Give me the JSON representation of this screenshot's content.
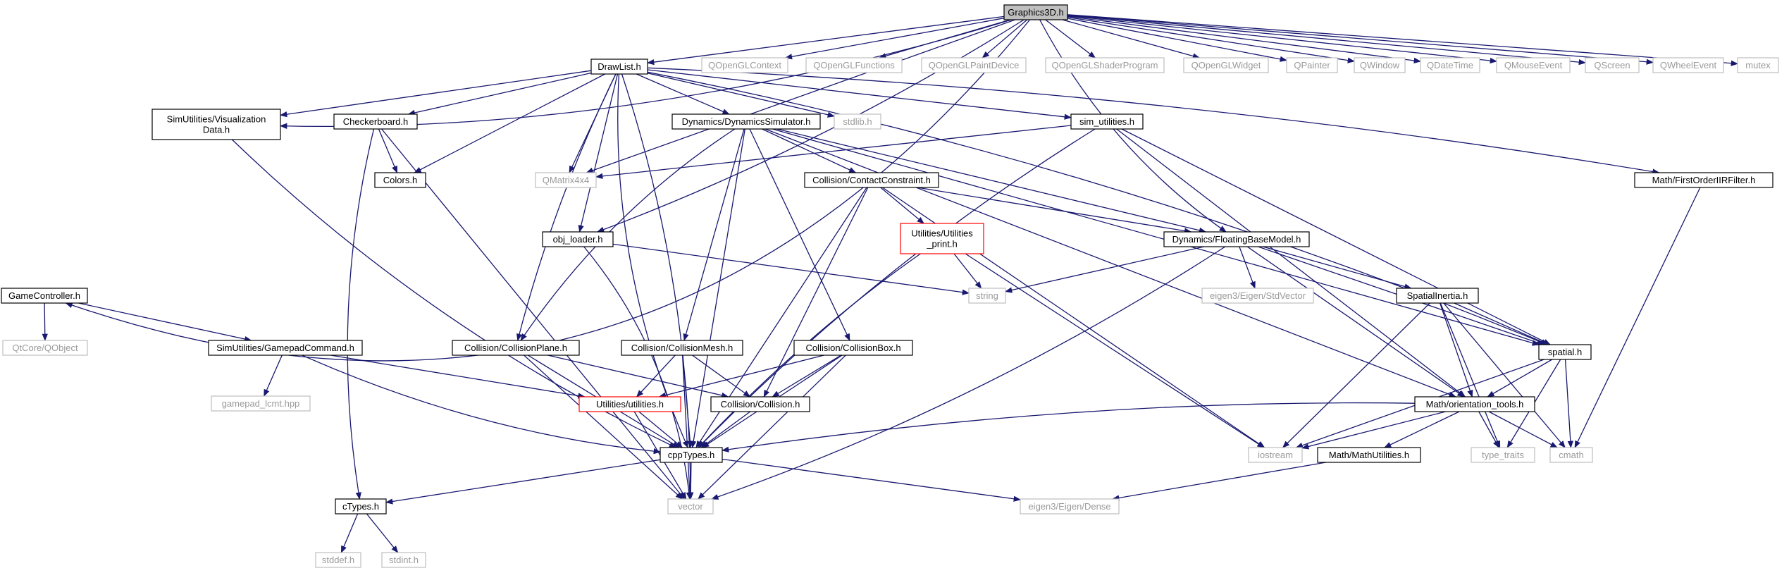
{
  "graph": {
    "root": "Graphics3D.h",
    "colors": {
      "edge": "#191970",
      "root_fill": "#bfbfbf",
      "node_border": "#000000",
      "external_border": "#bfbfbf",
      "external_text": "#9a9a9a",
      "incomplete_border": "#ff0000"
    },
    "nodes": [
      {
        "id": "graphics3d",
        "label": "Graphics3D.h",
        "kind": "root"
      },
      {
        "id": "gamecontroller",
        "label": "GameController.h",
        "kind": "local"
      },
      {
        "id": "simutil_vis",
        "label": "SimUtilities/Visualization\nData.h",
        "kind": "local"
      },
      {
        "id": "objloader",
        "label": "obj_loader.h",
        "kind": "local"
      },
      {
        "id": "qmatrix",
        "label": "QMatrix4x4",
        "kind": "external"
      },
      {
        "id": "drawlist",
        "label": "DrawList.h",
        "kind": "local"
      },
      {
        "id": "qoglctx",
        "label": "QOpenGLContext",
        "kind": "external"
      },
      {
        "id": "qoglfunc",
        "label": "QOpenGLFunctions",
        "kind": "external"
      },
      {
        "id": "qoglpaint",
        "label": "QOpenGLPaintDevice",
        "kind": "external"
      },
      {
        "id": "qoglshader",
        "label": "QOpenGLShaderProgram",
        "kind": "external"
      },
      {
        "id": "qoglwidget",
        "label": "QOpenGLWidget",
        "kind": "external"
      },
      {
        "id": "qpainter",
        "label": "QPainter",
        "kind": "external"
      },
      {
        "id": "qwindow",
        "label": "QWindow",
        "kind": "external"
      },
      {
        "id": "qdatetime",
        "label": "QDateTime",
        "kind": "external"
      },
      {
        "id": "qmouse",
        "label": "QMouseEvent",
        "kind": "external"
      },
      {
        "id": "qscreen",
        "label": "QScreen",
        "kind": "external"
      },
      {
        "id": "qwheel",
        "label": "QWheelEvent",
        "kind": "external"
      },
      {
        "id": "mutex",
        "label": "mutex",
        "kind": "external"
      },
      {
        "id": "checkerboard",
        "label": "Checkerboard.h",
        "kind": "local"
      },
      {
        "id": "colors",
        "label": "Colors.h",
        "kind": "local"
      },
      {
        "id": "dynsim",
        "label": "Dynamics/DynamicsSimulator.h",
        "kind": "local"
      },
      {
        "id": "stdlib",
        "label": "stdlib.h",
        "kind": "external"
      },
      {
        "id": "simutilities",
        "label": "sim_utilities.h",
        "kind": "local"
      },
      {
        "id": "firstorder",
        "label": "Math/FirstOrderIIRFilter.h",
        "kind": "local"
      },
      {
        "id": "contact",
        "label": "Collision/ContactConstraint.h",
        "kind": "local"
      },
      {
        "id": "utilprint",
        "label": "Utilities/Utilities\n_print.h",
        "kind": "incomplete"
      },
      {
        "id": "floatingbase",
        "label": "Dynamics/FloatingBaseModel.h",
        "kind": "local"
      },
      {
        "id": "string",
        "label": "string",
        "kind": "external"
      },
      {
        "id": "stdvector",
        "label": "eigen3/Eigen/StdVector",
        "kind": "external"
      },
      {
        "id": "spatialinertia",
        "label": "SpatialInertia.h",
        "kind": "local"
      },
      {
        "id": "spatial",
        "label": "spatial.h",
        "kind": "local"
      },
      {
        "id": "qobject",
        "label": "QtCore/QObject",
        "kind": "external"
      },
      {
        "id": "gamepadcmd",
        "label": "SimUtilities/GamepadCommand.h",
        "kind": "local"
      },
      {
        "id": "gamepadlcmt",
        "label": "gamepad_lcmt.hpp",
        "kind": "external"
      },
      {
        "id": "collplane",
        "label": "Collision/CollisionPlane.h",
        "kind": "local"
      },
      {
        "id": "collmesh",
        "label": "Collision/CollisionMesh.h",
        "kind": "local"
      },
      {
        "id": "collbox",
        "label": "Collision/CollisionBox.h",
        "kind": "local"
      },
      {
        "id": "utilities",
        "label": "Utilities/utilities.h",
        "kind": "incomplete"
      },
      {
        "id": "collision",
        "label": "Collision/Collision.h",
        "kind": "local"
      },
      {
        "id": "cpptypes",
        "label": "cppTypes.h",
        "kind": "local"
      },
      {
        "id": "orient",
        "label": "Math/orientation_tools.h",
        "kind": "local"
      },
      {
        "id": "iostream",
        "label": "iostream",
        "kind": "external"
      },
      {
        "id": "mathutil",
        "label": "Math/MathUtilities.h",
        "kind": "local"
      },
      {
        "id": "typetraits",
        "label": "type_traits",
        "kind": "external"
      },
      {
        "id": "cmath",
        "label": "cmath",
        "kind": "external"
      },
      {
        "id": "ctypes",
        "label": "cTypes.h",
        "kind": "local"
      },
      {
        "id": "vector",
        "label": "vector",
        "kind": "external"
      },
      {
        "id": "dense",
        "label": "eigen3/Eigen/Dense",
        "kind": "external"
      },
      {
        "id": "stddef",
        "label": "stddef.h",
        "kind": "external"
      },
      {
        "id": "stdint",
        "label": "stdint.h",
        "kind": "external"
      }
    ],
    "edges": [
      [
        "graphics3d",
        "gamecontroller"
      ],
      [
        "graphics3d",
        "simutil_vis"
      ],
      [
        "graphics3d",
        "objloader"
      ],
      [
        "graphics3d",
        "qmatrix"
      ],
      [
        "graphics3d",
        "drawlist"
      ],
      [
        "graphics3d",
        "qoglctx"
      ],
      [
        "graphics3d",
        "qoglfunc"
      ],
      [
        "graphics3d",
        "qoglpaint"
      ],
      [
        "graphics3d",
        "qoglshader"
      ],
      [
        "graphics3d",
        "qoglwidget"
      ],
      [
        "graphics3d",
        "qpainter"
      ],
      [
        "graphics3d",
        "qwindow"
      ],
      [
        "graphics3d",
        "qdatetime"
      ],
      [
        "graphics3d",
        "qmouse"
      ],
      [
        "graphics3d",
        "qscreen"
      ],
      [
        "graphics3d",
        "qwheel"
      ],
      [
        "graphics3d",
        "mutex"
      ],
      [
        "graphics3d",
        "floatingbase"
      ],
      [
        "drawlist",
        "simutil_vis"
      ],
      [
        "drawlist",
        "checkerboard"
      ],
      [
        "drawlist",
        "colors"
      ],
      [
        "drawlist",
        "qmatrix"
      ],
      [
        "drawlist",
        "objloader"
      ],
      [
        "drawlist",
        "collplane"
      ],
      [
        "drawlist",
        "cpptypes"
      ],
      [
        "drawlist",
        "dynsim"
      ],
      [
        "drawlist",
        "stdlib"
      ],
      [
        "drawlist",
        "simutilities"
      ],
      [
        "drawlist",
        "firstorder"
      ],
      [
        "drawlist",
        "spatial"
      ],
      [
        "drawlist",
        "vector"
      ],
      [
        "simutil_vis",
        "cpptypes"
      ],
      [
        "checkerboard",
        "colors"
      ],
      [
        "checkerboard",
        "ctypes"
      ],
      [
        "checkerboard",
        "vector"
      ],
      [
        "objloader",
        "string"
      ],
      [
        "objloader",
        "vector"
      ],
      [
        "gamecontroller",
        "qobject"
      ],
      [
        "gamecontroller",
        "gamepadcmd"
      ],
      [
        "gamepadcmd",
        "gamepadlcmt"
      ],
      [
        "gamepadcmd",
        "utilities"
      ],
      [
        "gamepadcmd",
        "cpptypes"
      ],
      [
        "dynsim",
        "collplane"
      ],
      [
        "dynsim",
        "cpptypes"
      ],
      [
        "dynsim",
        "collmesh"
      ],
      [
        "dynsim",
        "collbox"
      ],
      [
        "dynsim",
        "contact"
      ],
      [
        "dynsim",
        "floatingbase"
      ],
      [
        "dynsim",
        "orient"
      ],
      [
        "dynsim",
        "spatial"
      ],
      [
        "contact",
        "utilprint"
      ],
      [
        "contact",
        "floatingbase"
      ],
      [
        "contact",
        "collision"
      ],
      [
        "contact",
        "cpptypes"
      ],
      [
        "contact",
        "iostream"
      ],
      [
        "utilprint",
        "string"
      ],
      [
        "utilprint",
        "cpptypes"
      ],
      [
        "utilprint",
        "iostream"
      ],
      [
        "simutilities",
        "qmatrix"
      ],
      [
        "simutilities",
        "cpptypes"
      ],
      [
        "simutilities",
        "orient"
      ],
      [
        "simutilities",
        "spatial"
      ],
      [
        "floatingbase",
        "string"
      ],
      [
        "floatingbase",
        "stdvector"
      ],
      [
        "floatingbase",
        "spatialinertia"
      ],
      [
        "floatingbase",
        "spatial"
      ],
      [
        "floatingbase",
        "orient"
      ],
      [
        "floatingbase",
        "vector"
      ],
      [
        "spatialinertia",
        "spatial"
      ],
      [
        "spatialinertia",
        "orient"
      ],
      [
        "spatialinertia",
        "iostream"
      ],
      [
        "spatialinertia",
        "typetraits"
      ],
      [
        "spatialinertia",
        "cmath"
      ],
      [
        "spatial",
        "orient"
      ],
      [
        "spatial",
        "iostream"
      ],
      [
        "spatial",
        "typetraits"
      ],
      [
        "spatial",
        "cmath"
      ],
      [
        "firstorder",
        "cmath"
      ],
      [
        "collplane",
        "collision"
      ],
      [
        "collplane",
        "cpptypes"
      ],
      [
        "collplane",
        "vector"
      ],
      [
        "collmesh",
        "utilities"
      ],
      [
        "collmesh",
        "collision"
      ],
      [
        "collmesh",
        "cpptypes"
      ],
      [
        "collmesh",
        "vector"
      ],
      [
        "collbox",
        "utilities"
      ],
      [
        "collbox",
        "collision"
      ],
      [
        "collbox",
        "cpptypes"
      ],
      [
        "collbox",
        "vector"
      ],
      [
        "utilities",
        "cpptypes"
      ],
      [
        "utilities",
        "vector"
      ],
      [
        "collision",
        "cpptypes"
      ],
      [
        "orient",
        "cpptypes"
      ],
      [
        "orient",
        "iostream"
      ],
      [
        "orient",
        "mathutil"
      ],
      [
        "orient",
        "typetraits"
      ],
      [
        "orient",
        "cmath"
      ],
      [
        "mathutil",
        "dense"
      ],
      [
        "cpptypes",
        "ctypes"
      ],
      [
        "cpptypes",
        "vector"
      ],
      [
        "cpptypes",
        "dense"
      ],
      [
        "ctypes",
        "stddef"
      ],
      [
        "ctypes",
        "stdint"
      ]
    ]
  }
}
